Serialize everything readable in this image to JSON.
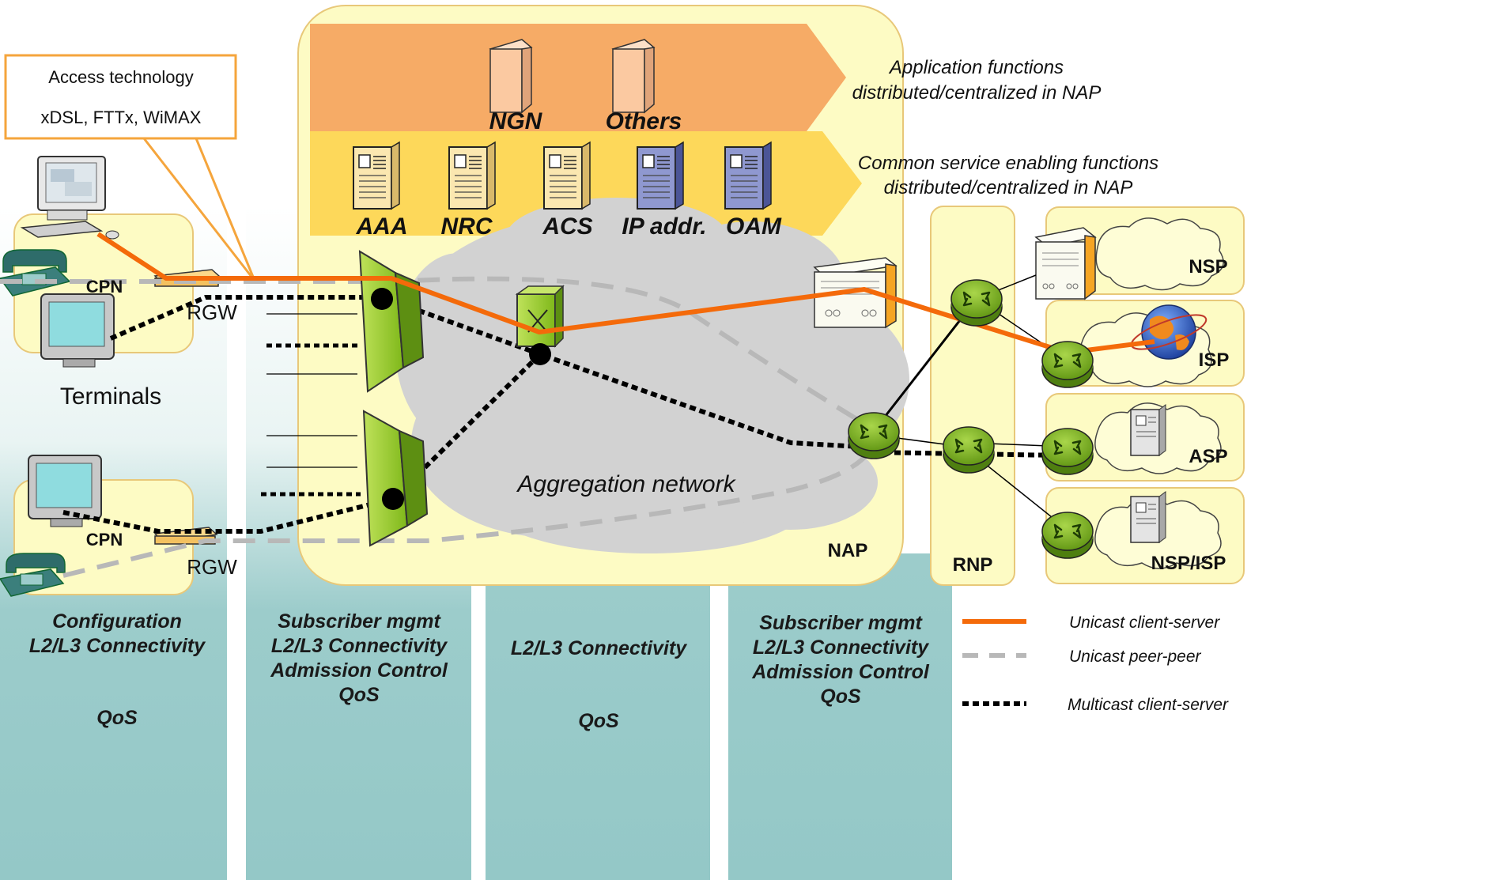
{
  "callout": {
    "line1": "Access technology",
    "line2": "xDSL, FTTx, WiMAX"
  },
  "app_functions": {
    "servers": [
      "NGN",
      "Others"
    ],
    "caption_line1": "Application functions",
    "caption_line2": "distributed/centralized in NAP"
  },
  "service_functions": {
    "servers": [
      "AAA",
      "NRC",
      "ACS",
      "IP addr.",
      "OAM"
    ],
    "caption_line1": "Common service enabling functions",
    "caption_line2": "distributed/centralized in NAP"
  },
  "cpn_top": {
    "label": "CPN",
    "rgw": "RGW"
  },
  "terminals": "Terminals",
  "cpn_bottom": {
    "label": "CPN",
    "rgw": "RGW"
  },
  "aggregation": "Aggregation network",
  "nap": "NAP",
  "rnp": "RNP",
  "providers": [
    "NSP",
    "ISP",
    "ASP",
    "NSP/ISP"
  ],
  "columns": [
    [
      "Configuration",
      "L2/L3 Connectivity",
      "",
      "QoS"
    ],
    [
      "Subscriber mgmt",
      "L2/L3 Connectivity",
      "Admission Control",
      "QoS"
    ],
    [
      "",
      "L2/L3 Connectivity",
      "",
      "QoS"
    ],
    [
      "Subscriber mgmt",
      "L2/L3 Connectivity",
      "Admission Control",
      "QoS"
    ]
  ],
  "legend": [
    {
      "label": "Unicast client-server",
      "color": "#f46a0a",
      "style": "solid"
    },
    {
      "label": "Unicast peer-peer",
      "color": "#b8b8b8",
      "style": "dashed"
    },
    {
      "label": "Multicast client-server",
      "color": "#000000",
      "style": "dotted"
    }
  ],
  "colors": {
    "column_bg": "#9ccccb",
    "yellow_panel": "#fdfbc4",
    "orange_band": "#f6ab66",
    "yellow_band": "#fdd85a",
    "cloud": "#d2d2d2",
    "router": "#8bc21b",
    "unicast_cs": "#f46a0a"
  }
}
